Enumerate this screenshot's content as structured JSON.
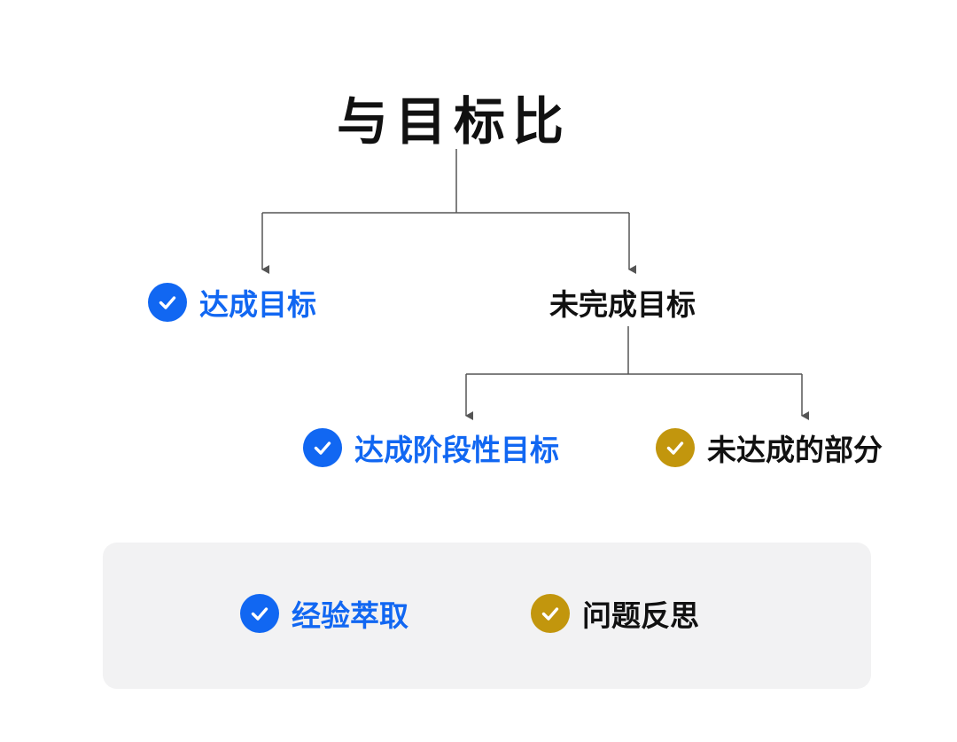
{
  "colors": {
    "accent_blue": "#1167f2",
    "accent_gold": "#c2960d",
    "text_dark": "#111111",
    "connector": "#555555",
    "panel_bg": "#f2f2f3"
  },
  "title": "与目标比",
  "level1": {
    "achieved": {
      "label": "达成目标",
      "icon": "check-circle-icon"
    },
    "not_achieved": {
      "label": "未完成目标"
    }
  },
  "level2": {
    "stage_achieved": {
      "label": "达成阶段性目标",
      "icon": "check-circle-icon"
    },
    "unmet_part": {
      "label": "未达成的部分",
      "icon": "check-circle-icon"
    }
  },
  "outcomes": {
    "experience": {
      "label": "经验萃取",
      "icon": "check-circle-icon"
    },
    "reflection": {
      "label": "问题反思",
      "icon": "check-circle-icon"
    }
  }
}
